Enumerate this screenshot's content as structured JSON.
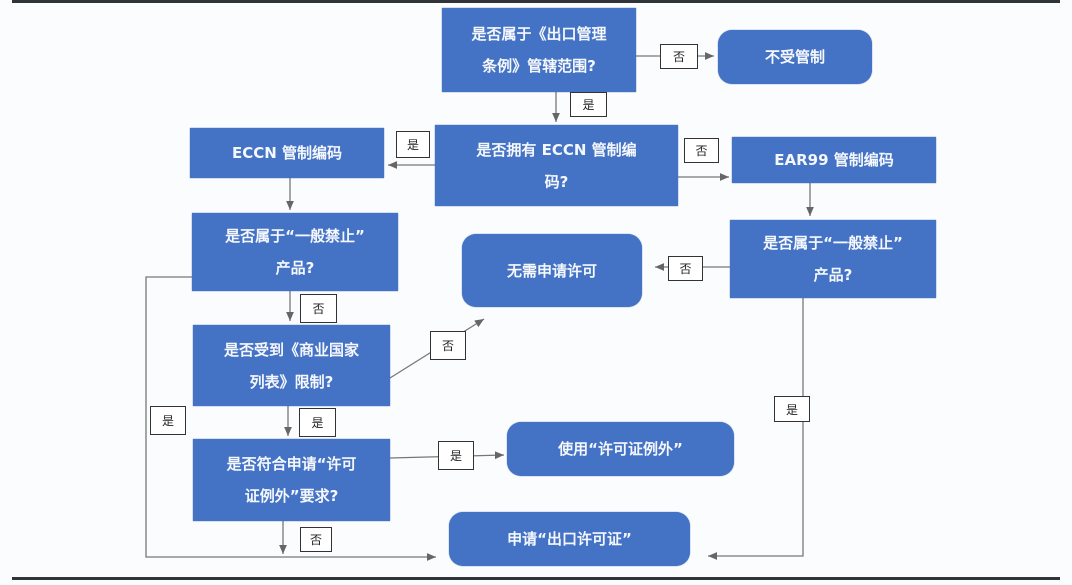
{
  "nodes": {
    "q_export_control": [
      "是否属于《出口管理",
      "条例》管辖范围?"
    ],
    "not_controlled": "不受管制",
    "eccn_code": "ECCN 管制编码",
    "q_has_eccn": [
      "是否拥有 ECCN 管制编",
      "码?"
    ],
    "ear99_code": "EAR99 管制编码",
    "q_general_prohibition_left": [
      "是否属于“一般禁止”",
      "产品?"
    ],
    "no_license_needed": "无需申请许可",
    "q_general_prohibition_right": [
      "是否属于“一般禁止”",
      "产品?"
    ],
    "q_commerce_country": [
      "是否受到《商业国家",
      "列表》限制?"
    ],
    "q_license_exception": [
      "是否符合申请“许可",
      "证例外”要求?"
    ],
    "use_license_exception": "使用“许可证例外”",
    "apply_export_license": "申请“出口许可证”"
  },
  "edge_labels": {
    "yes": "是",
    "no": "否"
  },
  "colors": {
    "box": "#4472c4",
    "line": "#666666"
  }
}
